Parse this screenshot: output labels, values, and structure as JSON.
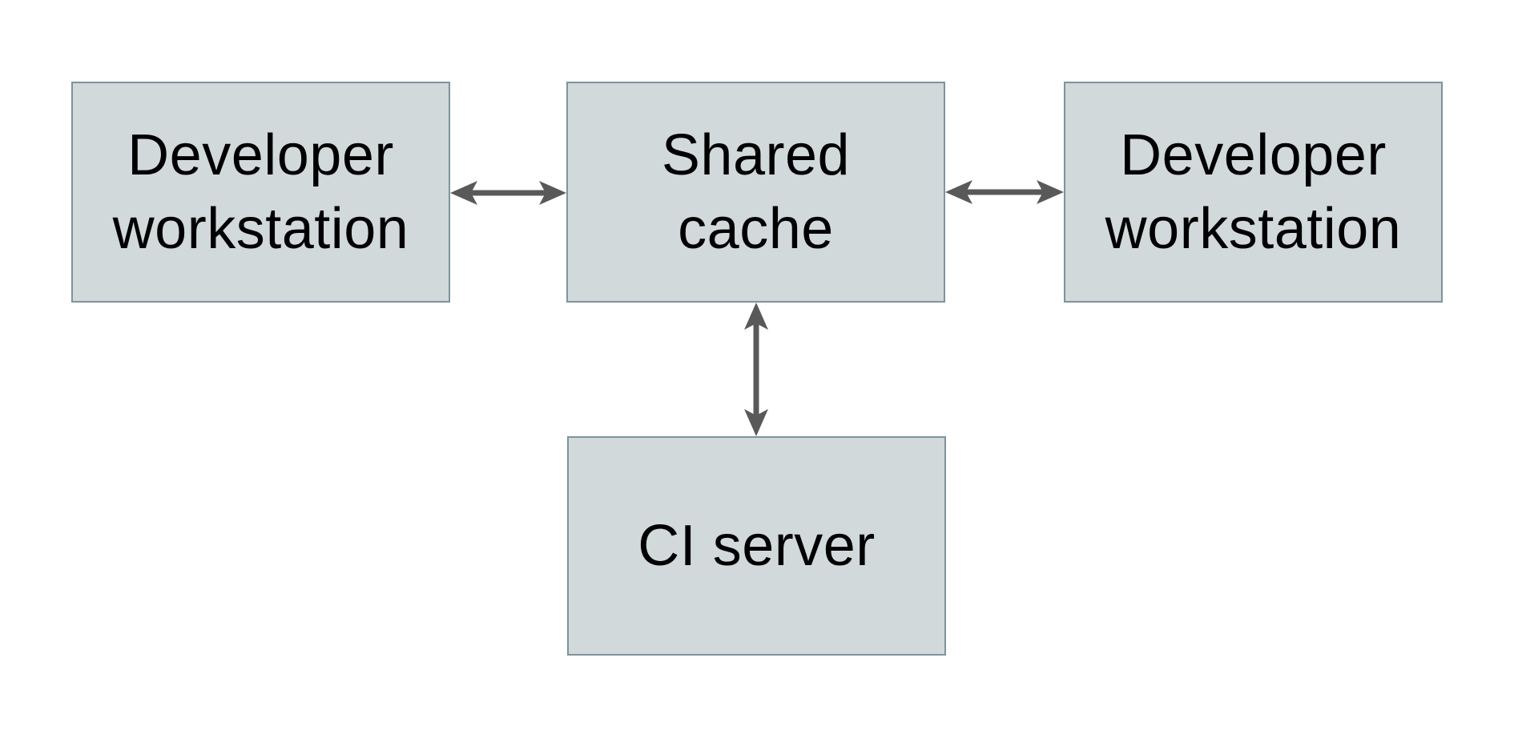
{
  "diagram": {
    "nodes": [
      {
        "id": "developer-workstation-left",
        "label": "Developer\nworkstation"
      },
      {
        "id": "shared-cache",
        "label": "Shared\ncache"
      },
      {
        "id": "developer-workstation-right",
        "label": "Developer\nworkstation"
      },
      {
        "id": "ci-server",
        "label": "CI server"
      }
    ],
    "edges": [
      {
        "from": "developer-workstation-left",
        "to": "shared-cache",
        "direction": "bidirectional"
      },
      {
        "from": "shared-cache",
        "to": "developer-workstation-right",
        "direction": "bidirectional"
      },
      {
        "from": "shared-cache",
        "to": "ci-server",
        "direction": "bidirectional"
      }
    ],
    "colors": {
      "background": "#ffffff",
      "node_fill": "#d1d9db",
      "node_border": "#7e939d",
      "arrow": "#595959",
      "text": "#000000"
    }
  }
}
